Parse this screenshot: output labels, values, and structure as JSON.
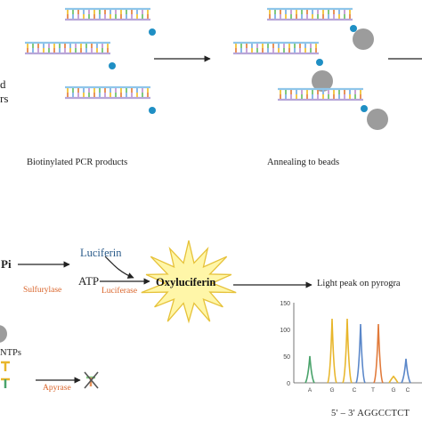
{
  "left_edge": {
    "line1": "d",
    "line2": "rs"
  },
  "captions": {
    "pcr_products": "Biotinylated PCR products",
    "annealing": "Annealing to beads"
  },
  "reaction": {
    "ppi": "Pi",
    "sulfurylase": "Sulfurylase",
    "atp": "ATP",
    "luciferin": "Luciferin",
    "luciferase": "Luciferase",
    "oxyluciferin": "Oxyluciferin",
    "light_peak": "Light peak on pyrogra",
    "ntps": "NTPs",
    "apyrase": "Apyrase"
  },
  "pyrogram": {
    "y_ticks": [
      "150",
      "100",
      "50",
      "0"
    ],
    "x_bases": [
      "A",
      "G",
      "C",
      "T",
      "G",
      "C"
    ],
    "sequence": "5' – 3' AGGCCTCT"
  },
  "colors": {
    "bead": "#9c9c9c",
    "biotin": "#1f8fc4",
    "strand_a": "#8fc6ea",
    "strand_b": "#b7a6d8",
    "rung_palette": [
      "#f2c84b",
      "#7fc97f",
      "#e8925a",
      "#8ab8e6",
      "#c9a3d6"
    ],
    "sulfurylase": "#d9642a",
    "luciferin": "#2a5b8a",
    "star_fill": "#fff6a8",
    "star_stroke": "#e6c23a",
    "peak_A": "#4aa36b",
    "peak_G": "#e8b62b",
    "peak_C": "#5a87c9",
    "peak_T": "#e17a3a"
  }
}
